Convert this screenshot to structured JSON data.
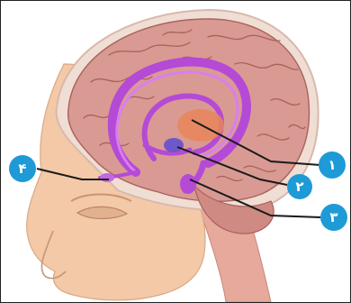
{
  "figure": {
    "labels": [
      {
        "id": "label-1",
        "text": "۱"
      },
      {
        "id": "label-2",
        "text": "۲"
      },
      {
        "id": "label-3",
        "text": "۳"
      },
      {
        "id": "label-4",
        "text": "۴"
      }
    ]
  },
  "colors": {
    "badge": "#1e9ad6",
    "leader_line": "#1a1a1a",
    "brain": "#d99a93",
    "gyri_lines": "#a8625c",
    "limbic_structure": "#b44ad6",
    "thalamus": "#e8865a",
    "amygdala": "#6e57c9",
    "skin": "#f3c9a8"
  }
}
